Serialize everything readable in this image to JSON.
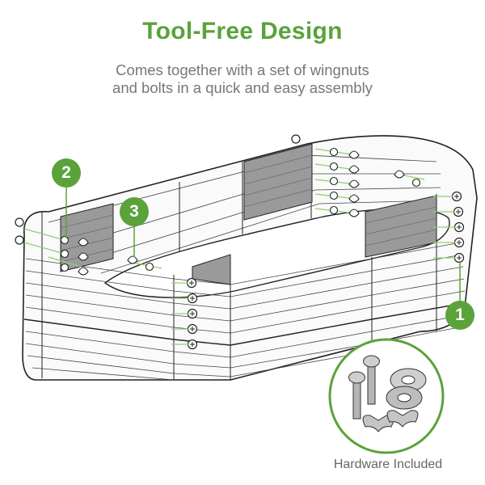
{
  "header": {
    "title": "Tool-Free Design",
    "subtitle_line1": "Comes together with a set of wingnuts",
    "subtitle_line2": "and bolts in a quick and easy assembly"
  },
  "callouts": [
    {
      "number": "1"
    },
    {
      "number": "2"
    },
    {
      "number": "3"
    }
  ],
  "hardware": {
    "caption": "Hardware Included"
  },
  "colors": {
    "accent": "#5aa23a",
    "text_gray": "#777777",
    "line": "#222222",
    "panel_shade": "#9a9a9a"
  }
}
